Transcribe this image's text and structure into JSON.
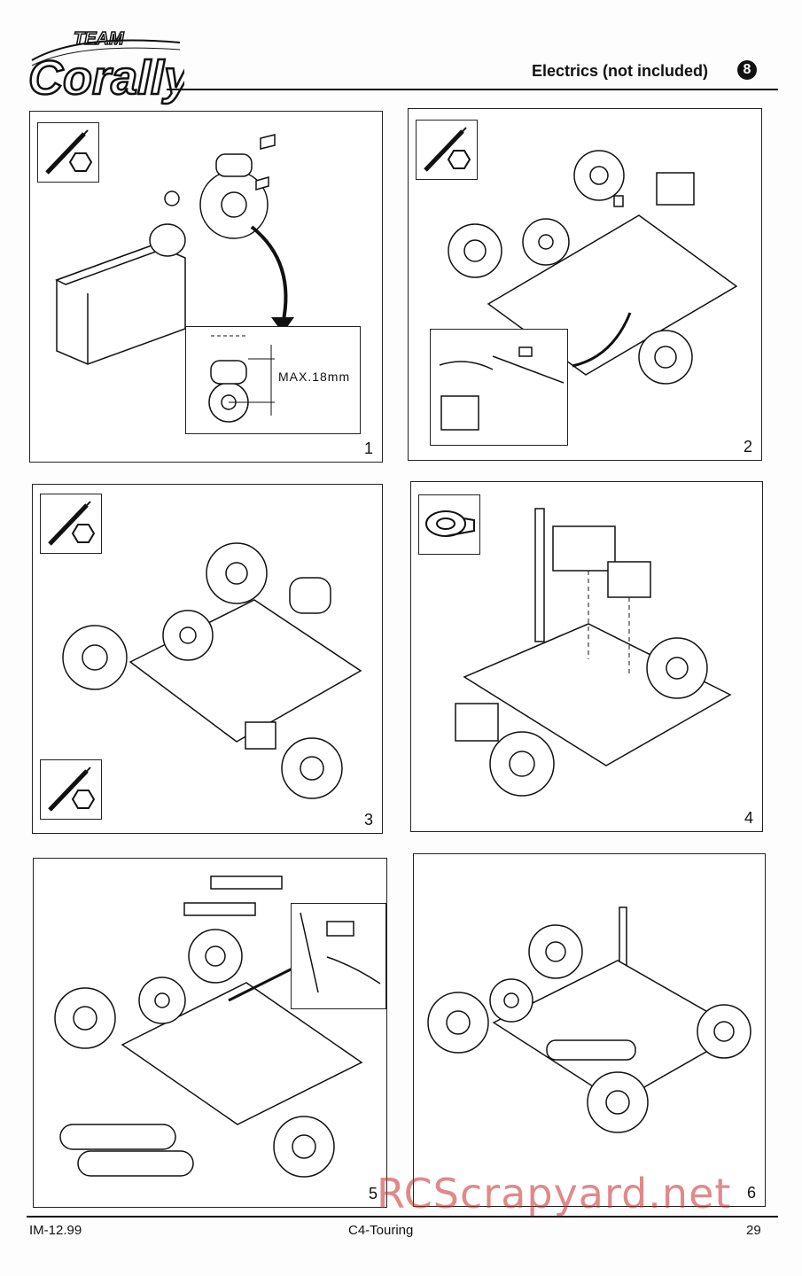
{
  "header": {
    "logo_text": "TEAM Corally",
    "title": "Electrics (not included)",
    "section_number": "8"
  },
  "panels": [
    {
      "step": "1",
      "inset_label": "MAX.18mm"
    },
    {
      "step": "2"
    },
    {
      "step": "3"
    },
    {
      "step": "4"
    },
    {
      "step": "5"
    },
    {
      "step": "6"
    }
  ],
  "footer": {
    "doc_code": "IM-12.99",
    "model": "C4-Touring",
    "page_number": "29"
  },
  "watermark": "RCScrapyard.net"
}
